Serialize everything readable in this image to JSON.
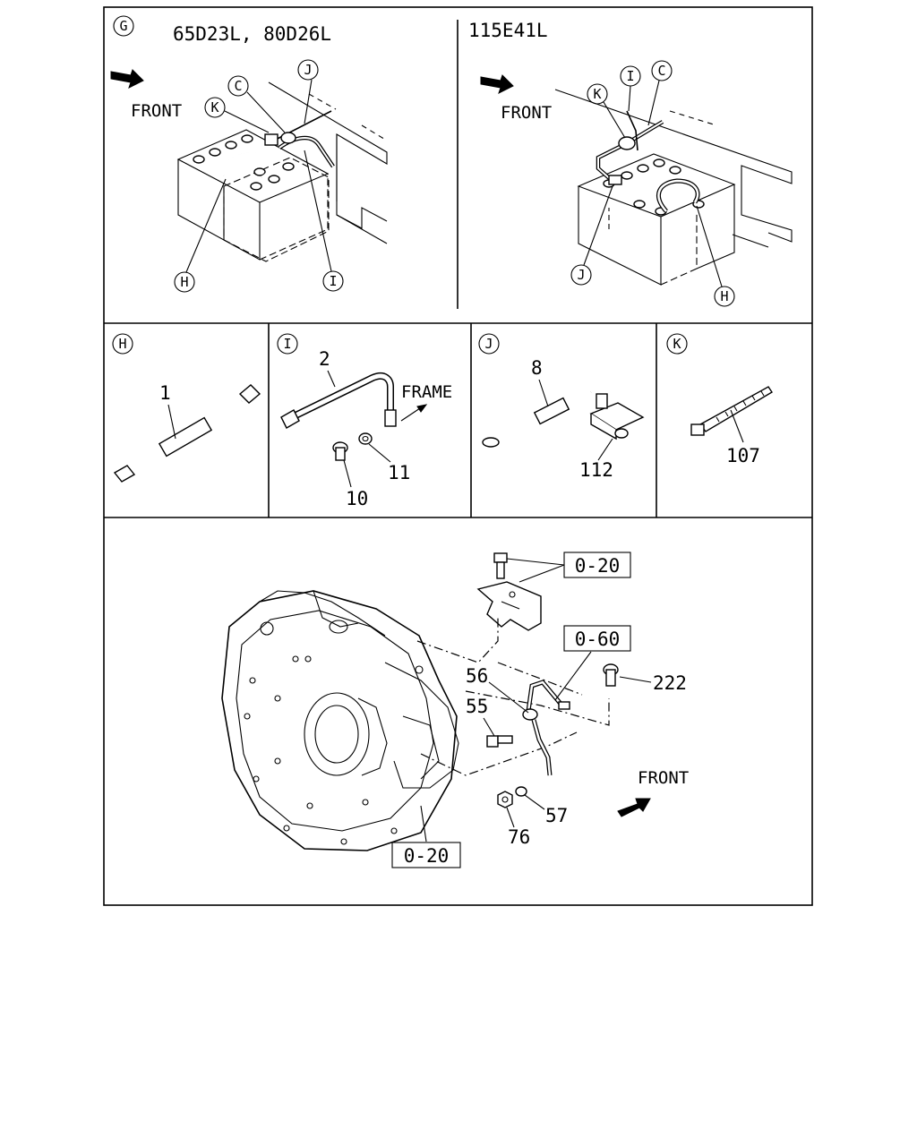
{
  "panel_g": {
    "callout": "G",
    "left_title": "65D23L, 80D26L",
    "right_title": "115E41L",
    "front_label": "FRONT",
    "callouts_left": [
      "C",
      "K",
      "J",
      "H",
      "I"
    ],
    "callouts_right": [
      "I",
      "C",
      "K",
      "J",
      "H"
    ]
  },
  "detail_h": {
    "callout": "H",
    "parts": [
      "1"
    ]
  },
  "detail_i": {
    "callout": "I",
    "parts": [
      "2",
      "10",
      "11"
    ],
    "frame_label": "FRAME"
  },
  "detail_j": {
    "callout": "J",
    "parts": [
      "8",
      "112"
    ]
  },
  "detail_k": {
    "callout": "K",
    "parts": [
      "107"
    ]
  },
  "bottom": {
    "ref_boxes": [
      "0-20",
      "0-60",
      "0-20"
    ],
    "parts": [
      "56",
      "55",
      "222",
      "57",
      "76"
    ],
    "front_label": "FRONT"
  }
}
